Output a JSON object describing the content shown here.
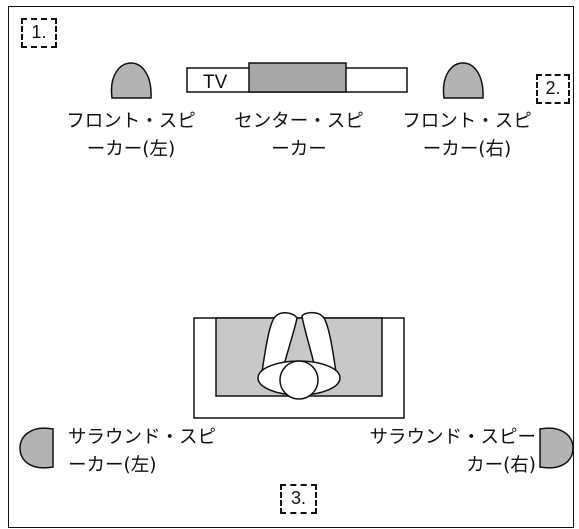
{
  "markers": [
    "1.",
    "2.",
    "3."
  ],
  "tv_label": "TV",
  "speakers": {
    "front_left": [
      "フロント・スピ",
      "ーカー(左)"
    ],
    "center": [
      "センター・スピ",
      "ーカー"
    ],
    "front_right": [
      "フロント・スピ",
      "ーカー(右)"
    ],
    "surround_left": [
      "サラウンド・スピ",
      "ーカー(左)"
    ],
    "surround_right": [
      "サラウンド・スピー",
      "カー(右)"
    ]
  },
  "colors": {
    "speaker_fill": "#b3b3b3",
    "screen_fill": "#a8a8a8",
    "sofa_fill": "#c8c8c8",
    "line": "#111111"
  }
}
